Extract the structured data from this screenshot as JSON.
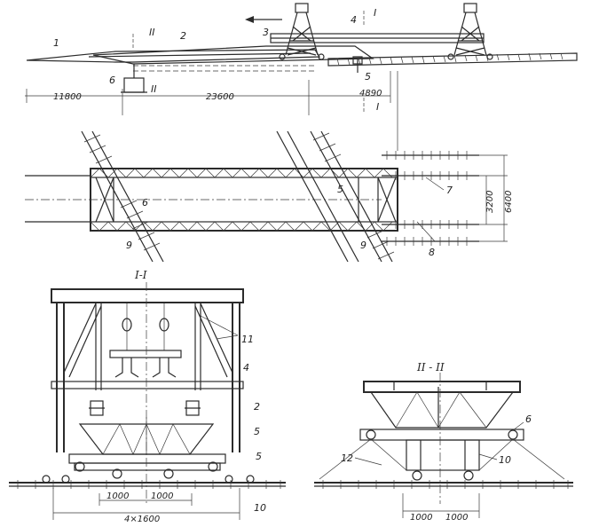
{
  "callouts": [
    "1",
    "2",
    "3",
    "4",
    "5",
    "6",
    "7",
    "8",
    "9",
    "10",
    "11",
    "12"
  ],
  "section_marks": {
    "cut_1": "I",
    "cut_2": "II"
  },
  "section_titles": {
    "section_1": "I-I",
    "section_2": "II - II"
  },
  "dimensions": {
    "overhang_left": "11800",
    "span_main": "23600",
    "height": "4890",
    "track_inner": "3200",
    "track_outer": "6400",
    "axle_a": "1000",
    "axle_b": "1000",
    "wheel_spacing": "4×1600",
    "axle2_a": "1000",
    "axle2_b": "1000"
  }
}
